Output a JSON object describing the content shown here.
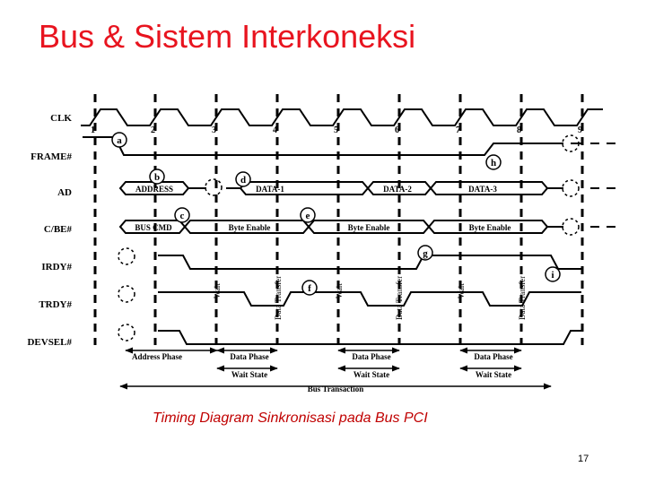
{
  "slide": {
    "title": "Bus & Sistem Interkoneksi",
    "caption": "Timing Diagram Sinkronisasi pada Bus PCI",
    "page_number": "17"
  },
  "diagram": {
    "signals": [
      "CLK",
      "FRAME#",
      "AD",
      "C/BE#",
      "IRDY#",
      "TRDY#",
      "DEVSEL#"
    ],
    "clock_numbers": [
      "1",
      "2",
      "3",
      "4",
      "5",
      "6",
      "7",
      "8",
      "9"
    ],
    "markers": [
      "a",
      "b",
      "c",
      "d",
      "e",
      "f",
      "g",
      "h",
      "i"
    ],
    "ad_labels": [
      "ADDRESS",
      "DATA-1",
      "DATA-2",
      "DATA-3"
    ],
    "cbe_labels": [
      "BUS CMD",
      "Byte Enable",
      "Byte Enable",
      "Byte Enable"
    ],
    "vertical_labels": [
      "Wait",
      "Data Transfer",
      "Wait",
      "Data Transfer",
      "Wait",
      "Data Transfer"
    ],
    "phase_labels": [
      "Address Phase",
      "Data Phase",
      "Data Phase",
      "Data Phase"
    ],
    "wait_labels": [
      "Wait State",
      "Wait State",
      "Wait State"
    ],
    "transaction_label": "Bus Transaction"
  },
  "colors": {
    "title": "#e8141f",
    "caption": "#c00000",
    "diagram_ink": "#000000"
  }
}
